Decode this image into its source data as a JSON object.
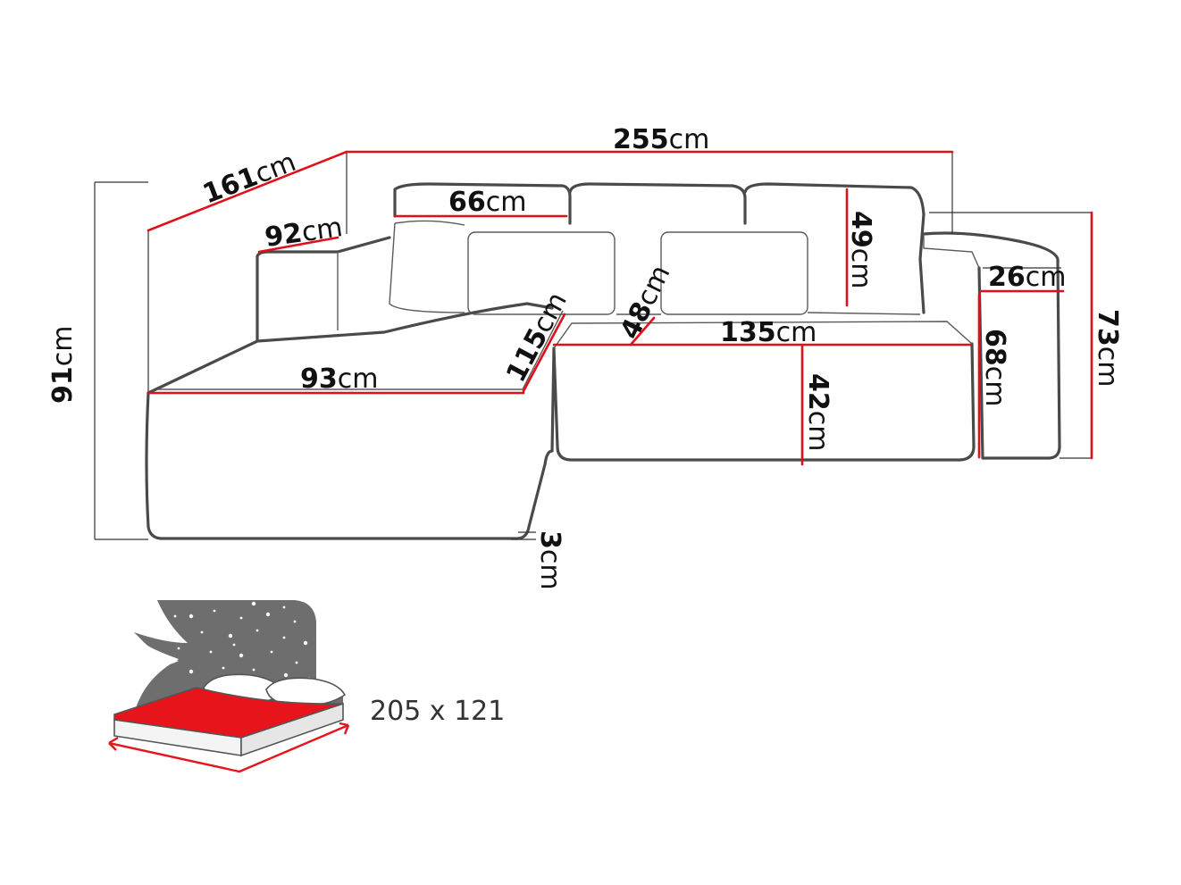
{
  "dimensions": {
    "total_length": {
      "value": "255",
      "unit": "cm"
    },
    "chaise_diagonal": {
      "value": "161",
      "unit": "cm"
    },
    "armrest_depth": {
      "value": "92",
      "unit": "cm"
    },
    "cushion_width": {
      "value": "66",
      "unit": "cm"
    },
    "back_cushion_height": {
      "value": "49",
      "unit": "cm"
    },
    "armrest_width": {
      "value": "26",
      "unit": "cm"
    },
    "total_height_right": {
      "value": "73",
      "unit": "cm"
    },
    "armrest_height": {
      "value": "68",
      "unit": "cm"
    },
    "seat_width": {
      "value": "135",
      "unit": "cm"
    },
    "seat_depth": {
      "value": "48",
      "unit": "cm"
    },
    "chaise_length": {
      "value": "115",
      "unit": "cm"
    },
    "chaise_width": {
      "value": "93",
      "unit": "cm"
    },
    "seat_height": {
      "value": "42",
      "unit": "cm"
    },
    "total_height_left": {
      "value": "91",
      "unit": "cm"
    },
    "leg_height": {
      "value": "3",
      "unit": "cm"
    }
  },
  "bed": {
    "size_label": "205 x 121",
    "colors": {
      "mattress": "#e8141c",
      "night_sky": "#6e6e6e",
      "stars": "#ffffff"
    }
  },
  "colors": {
    "outline": "#4a4a4a",
    "dimension_line": "#e0101a"
  }
}
